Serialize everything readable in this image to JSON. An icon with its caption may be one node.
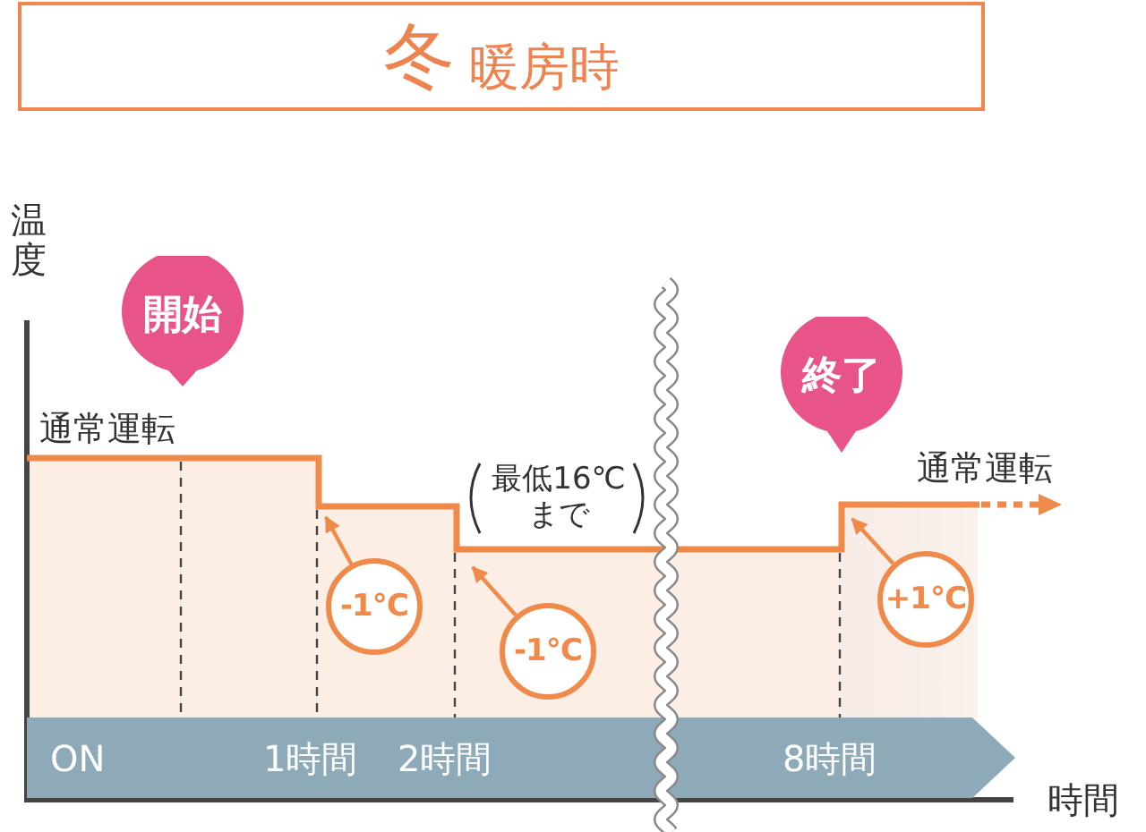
{
  "diagram": {
    "nodes": [
      {
        "text": [
          "冬",
          "暖房時"
        ]
      },
      {
        "text": [
          "開始"
        ]
      },
      {
        "text": [
          "終了"
        ]
      },
      {
        "text": [
          "-1℃"
        ]
      },
      {
        "text": [
          "-1℃"
        ]
      },
      {
        "text": [
          "+1℃"
        ]
      },
      {
        "text": [
          "ON",
          "1時間",
          "2時間",
          "8時間"
        ]
      }
    ],
    "edges": [
      {
        "from": 3,
        "to": null,
        "arrow": "to"
      },
      {
        "from": 4,
        "to": null,
        "arrow": "to"
      },
      {
        "from": 5,
        "to": null,
        "arrow": "to"
      }
    ],
    "labels": [
      "温度",
      "通常運転",
      "最低16℃まで",
      "通常運転",
      "時間"
    ]
  }
}
